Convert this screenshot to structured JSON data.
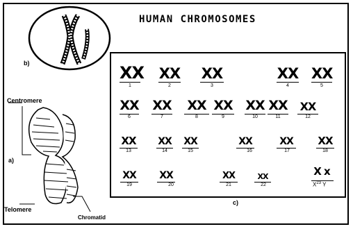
{
  "title": "HUMAN CHROMOSOMES",
  "labels": {
    "b": "b)",
    "a": "a)",
    "c": "c)",
    "centromere": "Centromere",
    "telomere": "Telomere",
    "chromatid": "Chromatid"
  },
  "karyotype": {
    "numbers": [
      "1",
      "2",
      "3",
      "4",
      "5",
      "6",
      "7",
      "8",
      "9",
      "10",
      "11",
      "12",
      "13",
      "14",
      "15",
      "16",
      "17",
      "18",
      "19",
      "20",
      "21",
      "22"
    ],
    "sex_label": "X",
    "sex_super": "23",
    "sex_y": "Y"
  }
}
